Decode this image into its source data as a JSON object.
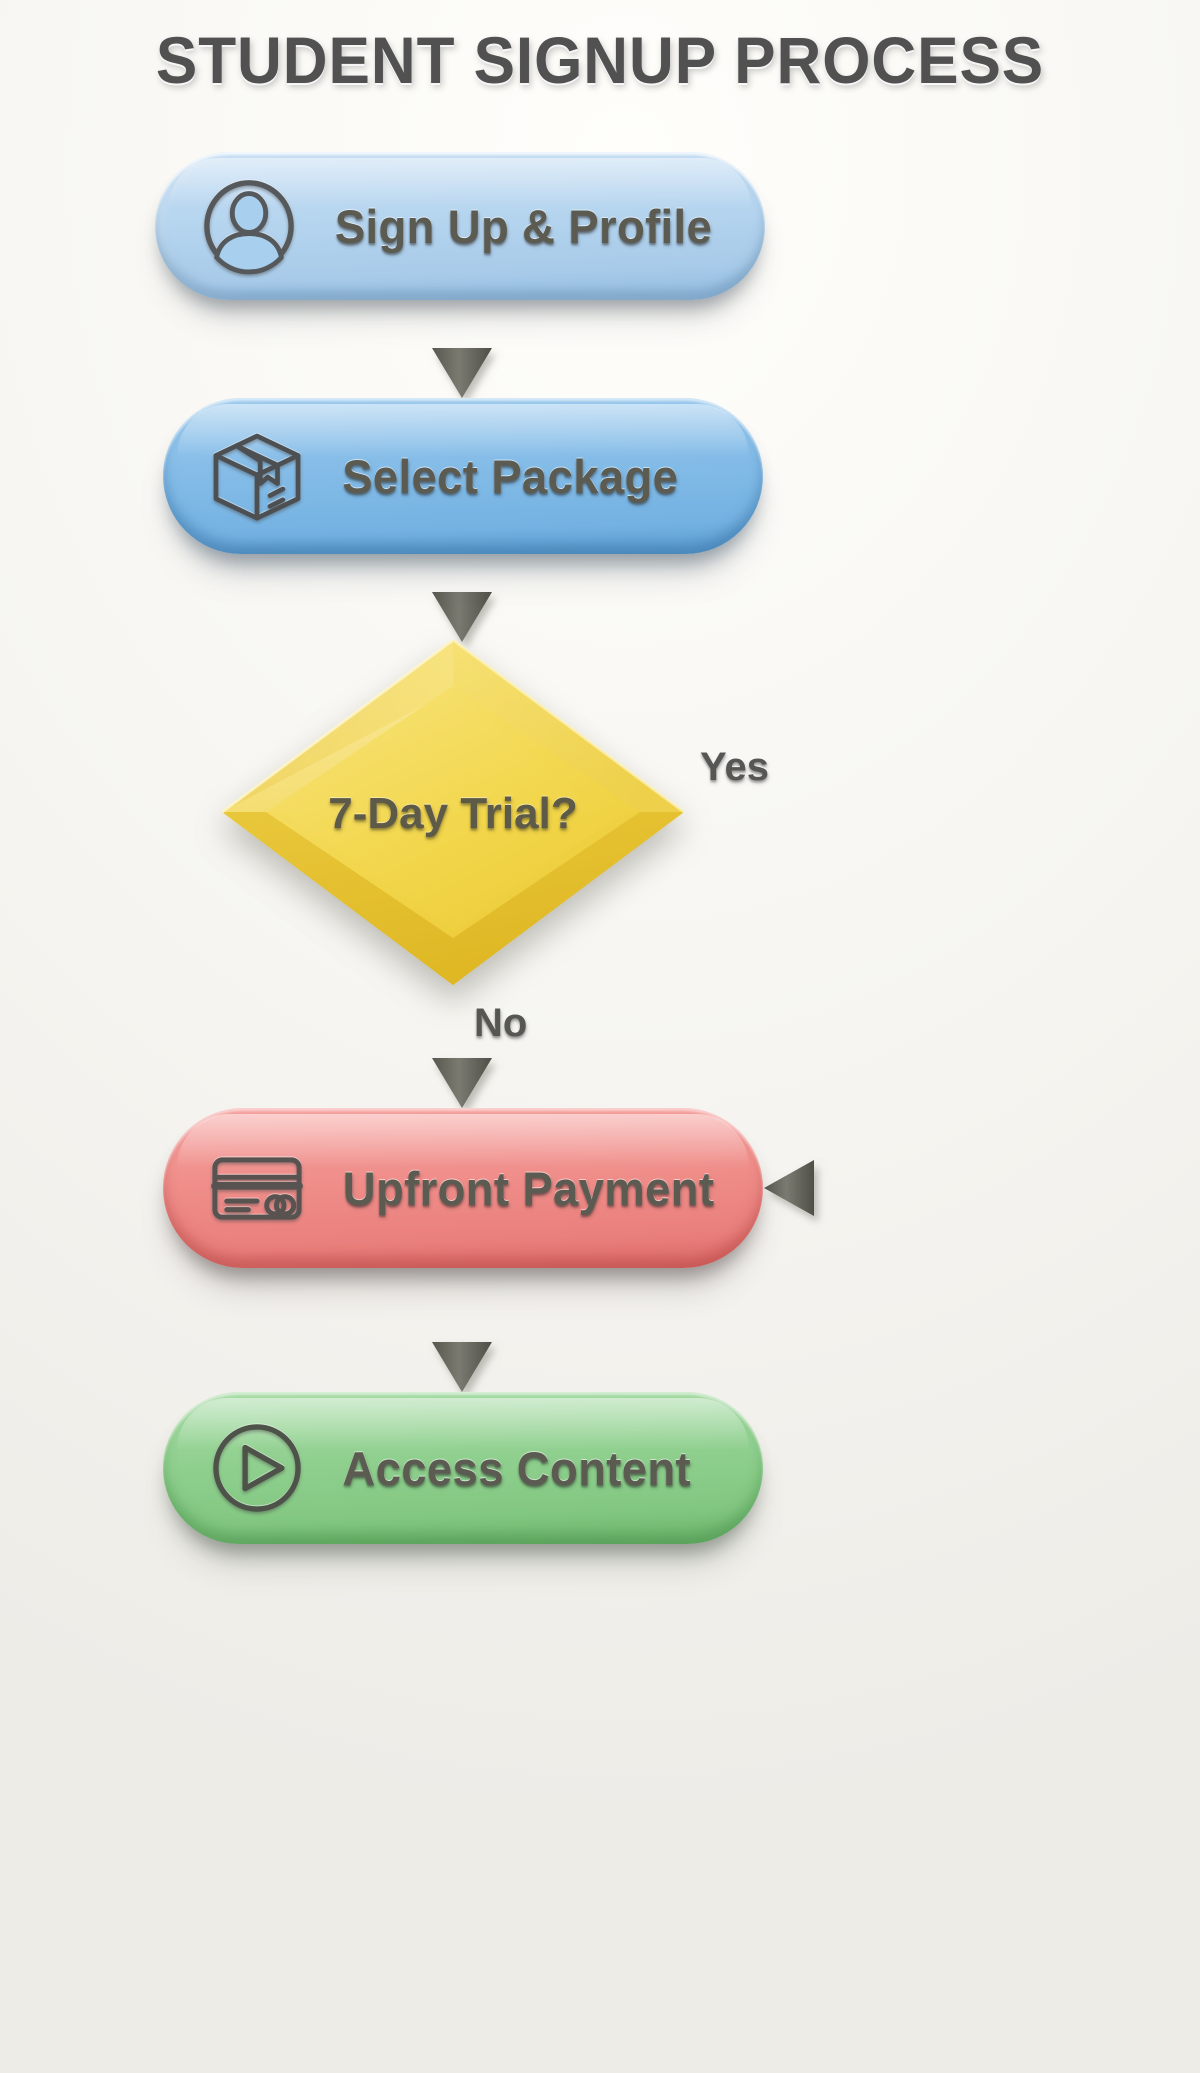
{
  "title": "STUDENT SIGNUP PROCESS",
  "theme": {
    "background": "#f7f6f3",
    "text_color": "#5b5b52",
    "connector_color": "#6b6b66",
    "node1_color": "#aed4ef",
    "node2_color": "#7dbbe8",
    "decision_color": "#f3d94f",
    "payment_color": "#ef908c",
    "access_color": "#8ed08e"
  },
  "nodes": [
    {
      "id": "signup",
      "label": "Sign Up & Profile",
      "icon": "user-avatar-icon",
      "shape": "rounded-pill",
      "color": "#aed4ef"
    },
    {
      "id": "package",
      "label": "Select Package",
      "icon": "package-box-icon",
      "shape": "rounded-pill",
      "color": "#7dbbe8"
    },
    {
      "id": "trial",
      "label": "7-Day Trial?",
      "icon": "none",
      "shape": "diamond",
      "color": "#f3d94f"
    },
    {
      "id": "payment",
      "label": "Upfront Payment",
      "icon": "credit-card-icon",
      "shape": "rounded-pill",
      "color": "#ef908c"
    },
    {
      "id": "access",
      "label": "Access Content",
      "icon": "play-circle-icon",
      "shape": "rounded-pill",
      "color": "#8ed08e"
    }
  ],
  "edges": [
    {
      "from": "signup",
      "to": "package",
      "label": "",
      "style": "solid"
    },
    {
      "from": "package",
      "to": "trial",
      "label": "",
      "style": "solid"
    },
    {
      "from": "trial",
      "to": "payment",
      "label": "Yes",
      "style": "dashed"
    },
    {
      "from": "trial",
      "to": "payment",
      "label": "No",
      "style": "solid"
    },
    {
      "from": "payment",
      "to": "access",
      "label": "",
      "style": "solid"
    }
  ],
  "edge_labels": {
    "yes": "Yes",
    "no": "No"
  }
}
